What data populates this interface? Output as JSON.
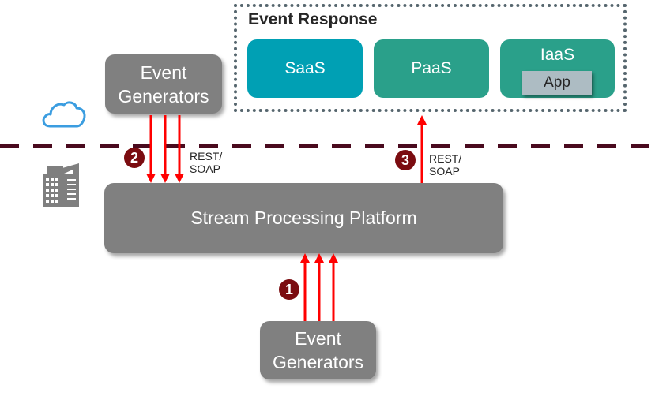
{
  "event_response": {
    "title": "Event Response",
    "tiles": [
      {
        "label": "SaaS",
        "color": "#00a0b4"
      },
      {
        "label": "PaaS",
        "color": "#2aa08a"
      },
      {
        "label": "IaaS",
        "color": "#2aa08a",
        "inner_label": "App"
      }
    ]
  },
  "generators_cloud": {
    "line1": "Event",
    "line2": "Generators"
  },
  "generators_onprem": {
    "line1": "Event",
    "line2": "Generators"
  },
  "platform": {
    "label": "Stream Processing Platform"
  },
  "steps": [
    {
      "number": "1"
    },
    {
      "number": "2",
      "protocol_line1": "REST/",
      "protocol_line2": "SOAP"
    },
    {
      "number": "3",
      "protocol_line1": "REST/",
      "protocol_line2": "SOAP"
    }
  ],
  "icons": {
    "cloud": "cloud-icon",
    "onprem": "building-icon"
  },
  "colors": {
    "arrow": "#ff0000",
    "badge": "#7b0c10",
    "boundary": "#4a0a1e",
    "box": "#808080"
  }
}
